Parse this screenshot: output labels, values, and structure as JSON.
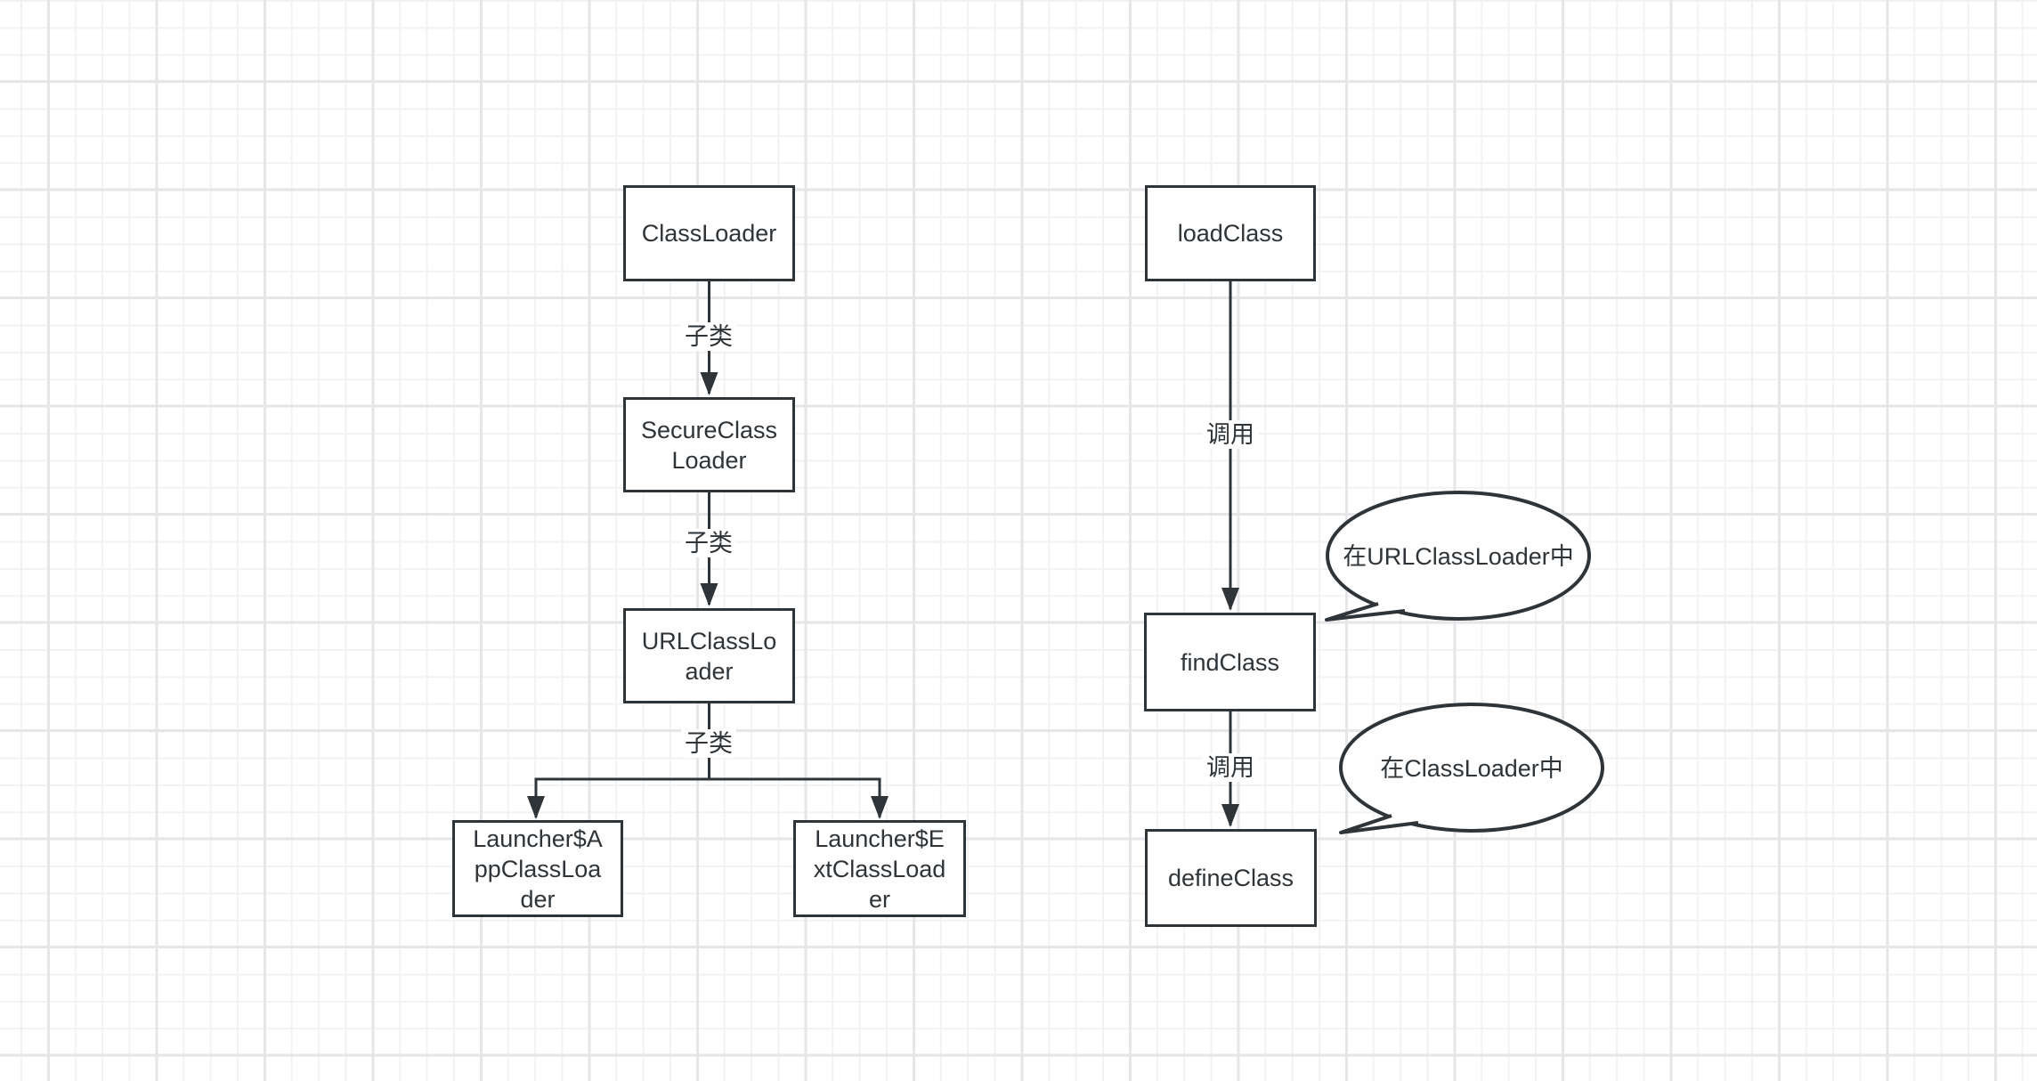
{
  "canvas": {
    "background": "#ffffff",
    "grid_minor_color": "#f2f2f3",
    "grid_major_color": "#e6e6e8",
    "shape_stroke_color": "#2f3438",
    "shape_fill_color": "#fefefe",
    "text_color": "#2f3438"
  },
  "nodes": [
    {
      "id": "classloader",
      "label": "ClassLoader"
    },
    {
      "id": "secureclassloader",
      "label": "SecureClass\nLoader"
    },
    {
      "id": "urlclassloader",
      "label": "URLClassLo\nader"
    },
    {
      "id": "launcher-appclassloader",
      "label": "Launcher$A\nppClassLoa\nder"
    },
    {
      "id": "launcher-extclassloader",
      "label": "Launcher$E\nxtClassLoad\ner"
    },
    {
      "id": "loadclass",
      "label": "loadClass"
    },
    {
      "id": "findclass",
      "label": "findClass"
    },
    {
      "id": "defineclass",
      "label": "defineClass"
    }
  ],
  "edge_labels": [
    {
      "id": "subclass-1",
      "label": "子类"
    },
    {
      "id": "subclass-2",
      "label": "子类"
    },
    {
      "id": "subclass-3",
      "label": "子类"
    },
    {
      "id": "invoke-1",
      "label": "调用"
    },
    {
      "id": "invoke-2",
      "label": "调用"
    }
  ],
  "callouts": [
    {
      "id": "callout-findclass",
      "label": "在URLClassLoader中"
    },
    {
      "id": "callout-defineclass",
      "label": "在ClassLoader中"
    }
  ]
}
